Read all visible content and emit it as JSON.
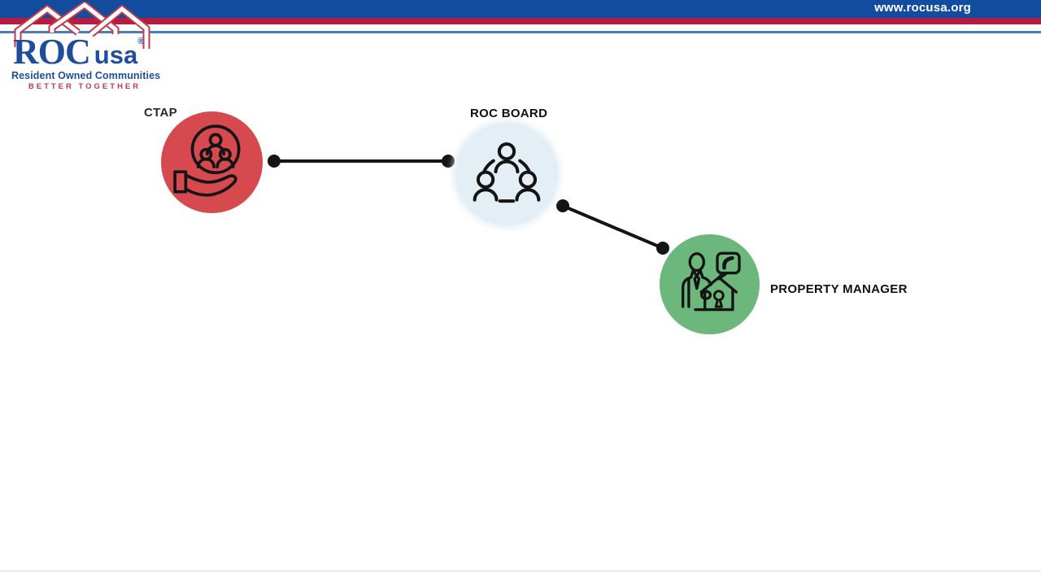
{
  "header": {
    "website_url": "www.rocusa.org"
  },
  "logo": {
    "name": "ROC",
    "suffix": "usa",
    "registered": "®",
    "tagline": "Resident Owned Communities",
    "motto": "BETTER TOGETHER"
  },
  "diagram": {
    "nodes": [
      {
        "id": "ctap",
        "label": "CTAP",
        "color": "#D5494F",
        "icon": "hand-holding-group-icon"
      },
      {
        "id": "roc-board",
        "label": "ROC BOARD",
        "color": "#E4EEF5",
        "icon": "team-network-icon"
      },
      {
        "id": "property-manager",
        "label": "PROPERTY MANAGER",
        "color": "#6CB77B",
        "icon": "manager-phone-house-icon"
      }
    ],
    "connections": [
      {
        "from": "ctap",
        "to": "roc-board"
      },
      {
        "from": "roc-board",
        "to": "property-manager"
      }
    ]
  },
  "colors": {
    "header_blue": "#114C9E",
    "stripe_red": "#B51C42",
    "divider_blue": "#4A7CB8",
    "logo_navy": "#1E4D9B",
    "logo_red": "#C23A4B",
    "node_red": "#D5494F",
    "node_light_blue": "#E4EEF5",
    "node_green": "#6CB77B",
    "connector_black": "#141414"
  }
}
